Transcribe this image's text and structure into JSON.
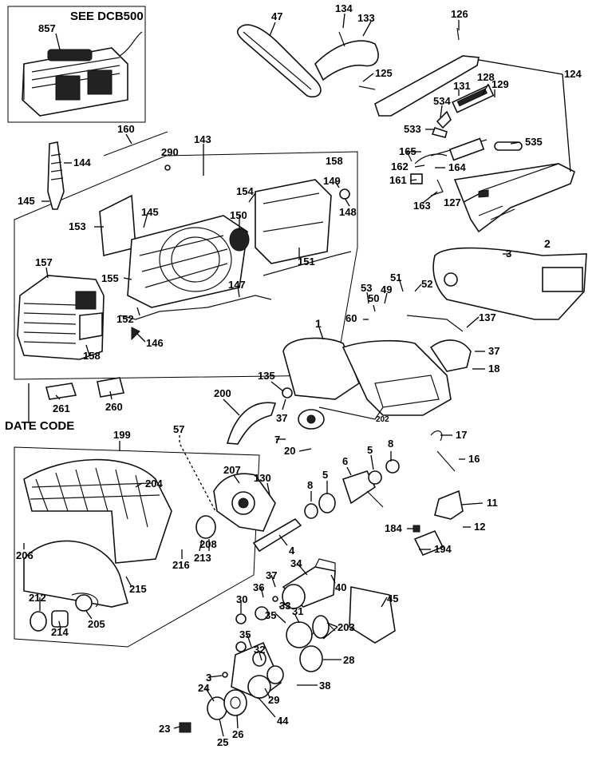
{
  "notes": {
    "see_dcb500": "SEE DCB500",
    "date_code": "DATE CODE"
  },
  "labels": [
    {
      "id": "857",
      "text": "857"
    },
    {
      "id": "47",
      "text": "47"
    },
    {
      "id": "134",
      "text": "134"
    },
    {
      "id": "133",
      "text": "133"
    },
    {
      "id": "126",
      "text": "126"
    },
    {
      "id": "125",
      "text": "125"
    },
    {
      "id": "124",
      "text": "124"
    },
    {
      "id": "131",
      "text": "131"
    },
    {
      "id": "128",
      "text": "128"
    },
    {
      "id": "129",
      "text": "129"
    },
    {
      "id": "534",
      "text": "534"
    },
    {
      "id": "533",
      "text": "533"
    },
    {
      "id": "165",
      "text": "165"
    },
    {
      "id": "535",
      "text": "535"
    },
    {
      "id": "162",
      "text": "162"
    },
    {
      "id": "164",
      "text": "164"
    },
    {
      "id": "161",
      "text": "161"
    },
    {
      "id": "163",
      "text": "163"
    },
    {
      "id": "127",
      "text": "127"
    },
    {
      "id": "160",
      "text": "160"
    },
    {
      "id": "290",
      "text": "290"
    },
    {
      "id": "143",
      "text": "143"
    },
    {
      "id": "144",
      "text": "144"
    },
    {
      "id": "145a",
      "text": "145"
    },
    {
      "id": "158a",
      "text": "158"
    },
    {
      "id": "154",
      "text": "154"
    },
    {
      "id": "149",
      "text": "149"
    },
    {
      "id": "148",
      "text": "148"
    },
    {
      "id": "150",
      "text": "150"
    },
    {
      "id": "153",
      "text": "153"
    },
    {
      "id": "145b",
      "text": "145"
    },
    {
      "id": "151",
      "text": "151"
    },
    {
      "id": "157",
      "text": "157"
    },
    {
      "id": "155",
      "text": "155"
    },
    {
      "id": "147",
      "text": "147"
    },
    {
      "id": "152",
      "text": "152"
    },
    {
      "id": "146",
      "text": "146"
    },
    {
      "id": "158b",
      "text": "158"
    },
    {
      "id": "2",
      "text": "2"
    },
    {
      "id": "3a",
      "text": "3"
    },
    {
      "id": "51",
      "text": "51"
    },
    {
      "id": "53",
      "text": "53"
    },
    {
      "id": "49",
      "text": "49"
    },
    {
      "id": "52",
      "text": "52"
    },
    {
      "id": "50",
      "text": "50"
    },
    {
      "id": "60",
      "text": "60"
    },
    {
      "id": "137",
      "text": "137"
    },
    {
      "id": "1",
      "text": "1"
    },
    {
      "id": "37a",
      "text": "37"
    },
    {
      "id": "18",
      "text": "18"
    },
    {
      "id": "135",
      "text": "135"
    },
    {
      "id": "261",
      "text": "261"
    },
    {
      "id": "260",
      "text": "260"
    },
    {
      "id": "200",
      "text": "200"
    },
    {
      "id": "37b",
      "text": "37"
    },
    {
      "id": "202",
      "text": "202"
    },
    {
      "id": "17",
      "text": "17"
    },
    {
      "id": "199",
      "text": "199"
    },
    {
      "id": "57",
      "text": "57"
    },
    {
      "id": "7",
      "text": "7"
    },
    {
      "id": "8a",
      "text": "8"
    },
    {
      "id": "20",
      "text": "20"
    },
    {
      "id": "16",
      "text": "16"
    },
    {
      "id": "6",
      "text": "6"
    },
    {
      "id": "5a",
      "text": "5"
    },
    {
      "id": "207",
      "text": "207"
    },
    {
      "id": "130",
      "text": "130"
    },
    {
      "id": "204",
      "text": "204"
    },
    {
      "id": "8b",
      "text": "8"
    },
    {
      "id": "5b",
      "text": "5"
    },
    {
      "id": "11",
      "text": "11"
    },
    {
      "id": "184",
      "text": "184"
    },
    {
      "id": "12",
      "text": "12"
    },
    {
      "id": "208",
      "text": "208"
    },
    {
      "id": "194",
      "text": "194"
    },
    {
      "id": "4",
      "text": "4"
    },
    {
      "id": "206",
      "text": "206"
    },
    {
      "id": "216",
      "text": "216"
    },
    {
      "id": "213",
      "text": "213"
    },
    {
      "id": "34",
      "text": "34"
    },
    {
      "id": "37c",
      "text": "37"
    },
    {
      "id": "40",
      "text": "40"
    },
    {
      "id": "45",
      "text": "45"
    },
    {
      "id": "215",
      "text": "215"
    },
    {
      "id": "36",
      "text": "36"
    },
    {
      "id": "212",
      "text": "212"
    },
    {
      "id": "30",
      "text": "30"
    },
    {
      "id": "33",
      "text": "33"
    },
    {
      "id": "205",
      "text": "205"
    },
    {
      "id": "35a",
      "text": "35"
    },
    {
      "id": "31",
      "text": "31"
    },
    {
      "id": "214",
      "text": "214"
    },
    {
      "id": "203",
      "text": "203"
    },
    {
      "id": "35b",
      "text": "35"
    },
    {
      "id": "32",
      "text": "32"
    },
    {
      "id": "28",
      "text": "28"
    },
    {
      "id": "3b",
      "text": "3"
    },
    {
      "id": "24",
      "text": "24"
    },
    {
      "id": "38",
      "text": "38"
    },
    {
      "id": "29",
      "text": "29"
    },
    {
      "id": "44",
      "text": "44"
    },
    {
      "id": "23",
      "text": "23"
    },
    {
      "id": "26",
      "text": "26"
    },
    {
      "id": "25",
      "text": "25"
    }
  ]
}
